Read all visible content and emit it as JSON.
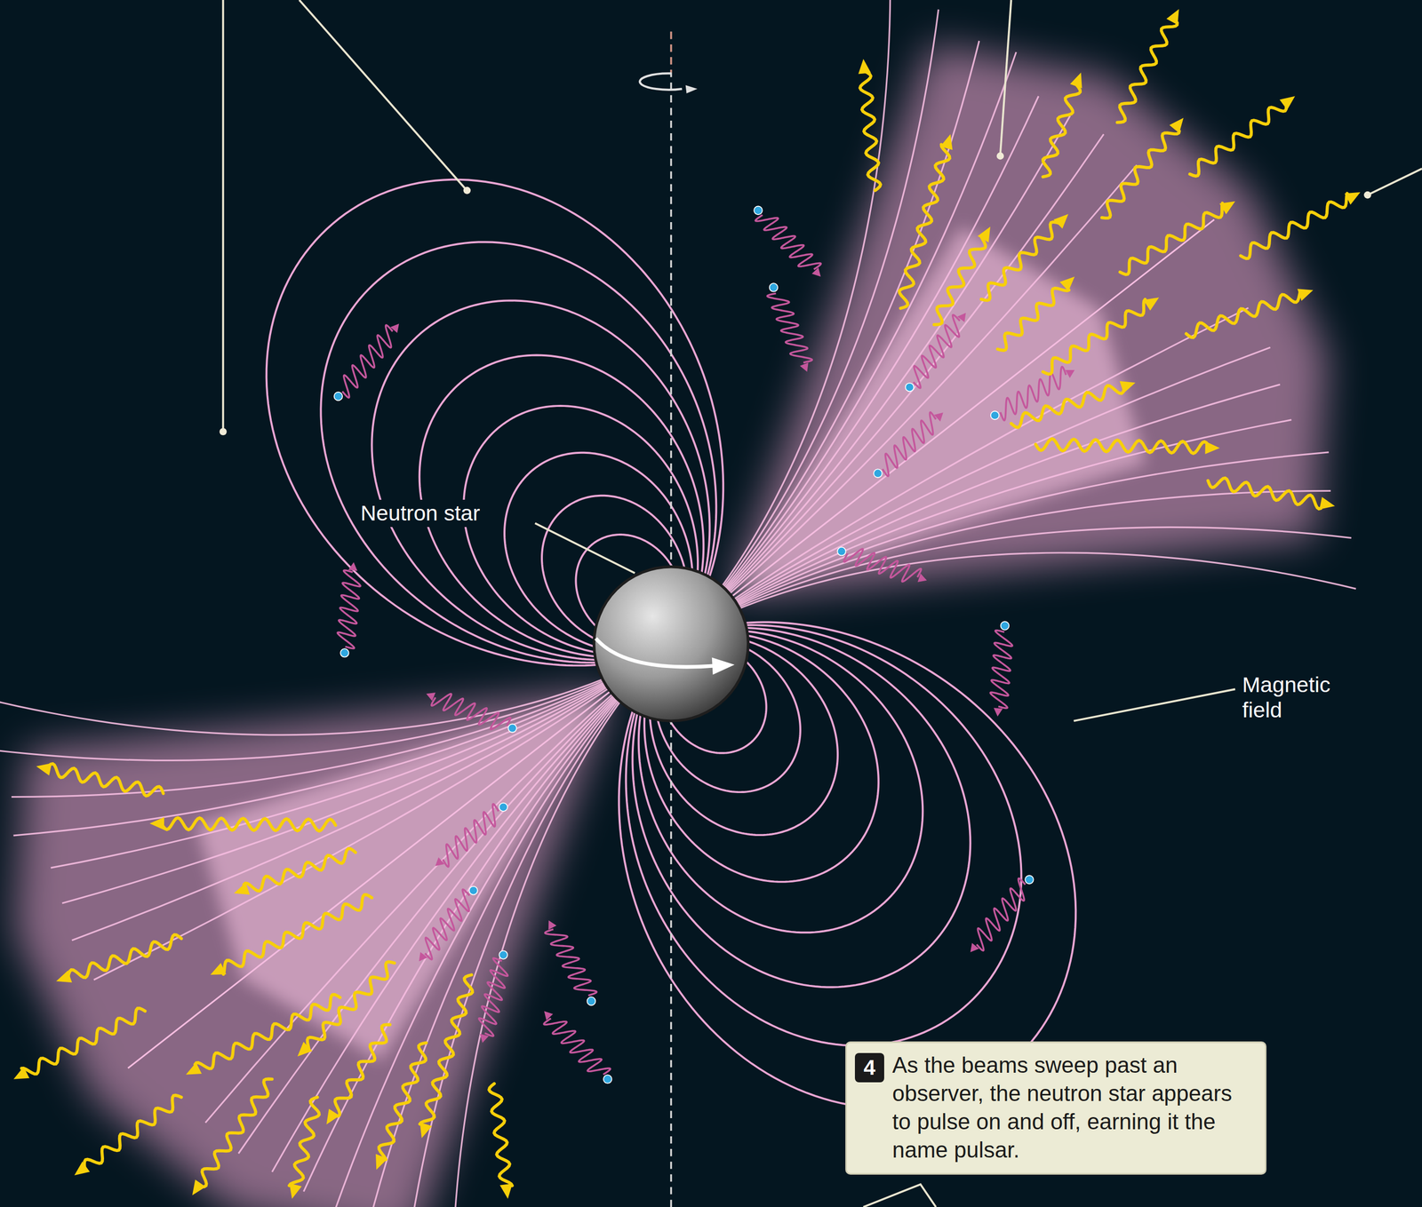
{
  "diagram": {
    "nodes": [
      {
        "text": [
          "4",
          "As the beams sweep past an observer, the neutron star appears to pulse on and off, earning it the name pulsar."
        ]
      }
    ],
    "labels": [
      "Neutron star",
      "Magnetic field"
    ]
  }
}
